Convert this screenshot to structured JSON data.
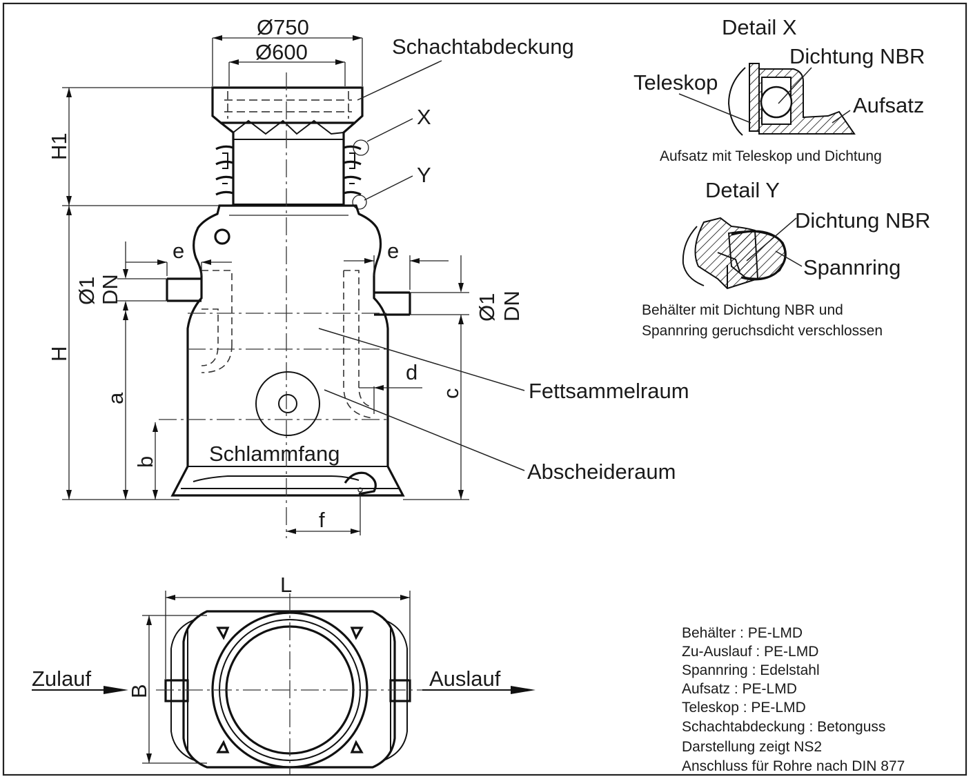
{
  "dimensions": {
    "d750": "Ø750",
    "d600": "Ø600",
    "H1": "H1",
    "H": "H",
    "e_left": "e",
    "e_right": "e",
    "d1_left": "Ø1",
    "dn_left": "DN",
    "d1_right": "Ø1",
    "dn_right": "DN",
    "a": "a",
    "b": "b",
    "c": "c",
    "d": "d",
    "f": "f",
    "L": "L",
    "B": "B"
  },
  "labels": {
    "schachtabdeckung": "Schachtabdeckung",
    "x": "X",
    "y": "Y",
    "fettsammelraum": "Fettsammelraum",
    "abscheiderraum": "Abscheideraum",
    "schlammfang": "Schlammfang",
    "zulauf": "Zulauf",
    "auslauf": "Auslauf"
  },
  "detail_x": {
    "title": "Detail X",
    "dichtung": "Dichtung NBR",
    "teleskop": "Teleskop",
    "aufsatz": "Aufsatz",
    "caption": "Aufsatz mit Teleskop und Dichtung"
  },
  "detail_y": {
    "title": "Detail Y",
    "dichtung": "Dichtung NBR",
    "spannring": "Spannring",
    "caption_1": "Behälter mit Dichtung NBR und",
    "caption_2": "Spannring geruchsdicht verschlossen"
  },
  "materials": [
    "Behälter : PE-LMD",
    "Zu-Auslauf : PE-LMD",
    "Spannring : Edelstahl",
    "Aufsatz : PE-LMD",
    "Teleskop : PE-LMD",
    "Schachtabdeckung : Betonguss",
    "Darstellung zeigt NS2",
    "Anschluss für Rohre nach DIN 877"
  ]
}
